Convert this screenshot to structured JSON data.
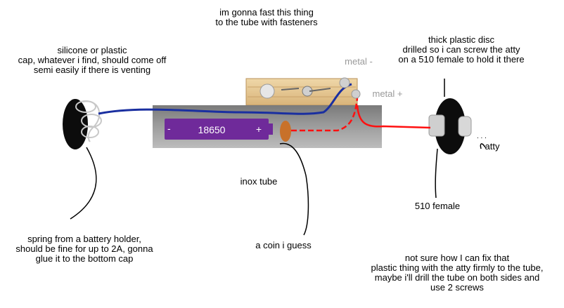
{
  "labels": {
    "fasteners": "im gonna fast this thing\nto the tube with fasteners",
    "cap": "silicone or plastic\ncap, whatever i find, should come off\nsemi easily if there is venting",
    "metal_minus": "metal -",
    "metal_plus": "metal +",
    "disc": "thick plastic disc\ndrilled so i can screw the atty\non a 510 female to hold it there",
    "atty": "atty",
    "inox_tube": "inox tube",
    "female_510": "510 female",
    "spring": "spring from a battery holder,\nshould be fine for up to 2A, gonna\nglue it to the bottom cap",
    "coin": "a coin i guess",
    "fix_note": "not sure how I can fix that\nplastic thing with the atty firmly to the tube,\nmaybe i'll drill the tube on both sides and\nuse 2 screws"
  },
  "battery": {
    "minus": "-",
    "model": "18650",
    "plus": "+"
  },
  "colors": {
    "tube": "#8c8c8c",
    "battery": "#6f2a9a",
    "wire_negative": "#1a2fa0",
    "wire_positive": "#ff1010",
    "coin": "#c8712a",
    "clothespin_wood": "#e8cc9a"
  }
}
